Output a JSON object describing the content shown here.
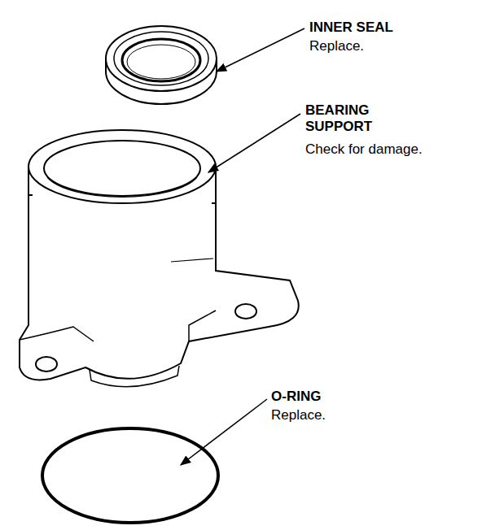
{
  "diagram": {
    "labels": [
      "INNER SEAL",
      "Replace.",
      "BEARING SUPPORT",
      "Check for damage.",
      "O-RING",
      "Replace."
    ]
  }
}
